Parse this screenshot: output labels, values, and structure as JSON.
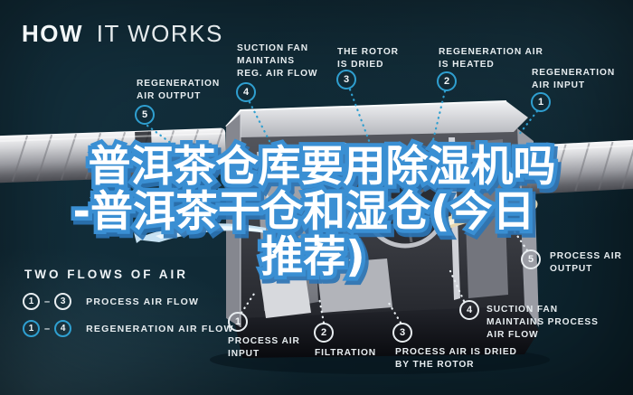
{
  "colors": {
    "background": "#112b37",
    "accent_blue": "#2f9fd0",
    "label_text": "#e7edf0",
    "watermark_fill": "#ffffff",
    "watermark_stroke": "#3a8fd3"
  },
  "title": {
    "bold": "HOW",
    "rest": "IT WORKS"
  },
  "watermark": {
    "line1": "普洱茶仓库要用除湿机吗",
    "line2": "-普洱茶干仓和湿仓(今日",
    "line3": "推荐)"
  },
  "callouts": [
    {
      "number": "5",
      "flow": "regeneration",
      "lines": [
        "REGENERATION",
        "AIR OUTPUT"
      ]
    },
    {
      "number": "4",
      "flow": "regeneration",
      "lines": [
        "SUCTION FAN",
        "MAINTAINS",
        "REG. AIR FLOW"
      ]
    },
    {
      "number": "3",
      "flow": "regeneration",
      "lines": [
        "THE ROTOR",
        "IS DRIED"
      ]
    },
    {
      "number": "2",
      "flow": "regeneration",
      "lines": [
        "REGENERATION AIR",
        "IS HEATED"
      ]
    },
    {
      "number": "1",
      "flow": "regeneration",
      "lines": [
        "REGENERATION",
        "AIR INPUT"
      ]
    },
    {
      "number": "5",
      "flow": "process",
      "lines": [
        "PROCESS AIR",
        "OUTPUT"
      ]
    },
    {
      "number": "4",
      "flow": "process",
      "lines": [
        "SUCTION FAN",
        "MAINTAINS PROCESS",
        "AIR FLOW"
      ]
    },
    {
      "number": "1",
      "flow": "process",
      "lines": [
        "PROCESS AIR",
        "INPUT"
      ]
    },
    {
      "number": "2",
      "flow": "process",
      "lines": [
        "FILTRATION"
      ]
    },
    {
      "number": "3",
      "flow": "process",
      "lines": [
        "PROCESS AIR IS DRIED",
        "BY THE ROTOR"
      ]
    }
  ],
  "legend": {
    "title": "TWO FLOWS OF AIR",
    "rows": [
      {
        "start": "1",
        "dash": "–",
        "end": "3",
        "label": "PROCESS AIR FLOW",
        "flow": "process"
      },
      {
        "start": "1",
        "dash": "–",
        "end": "4",
        "label": "REGENERATION AIR FLOW",
        "flow": "regeneration"
      }
    ]
  }
}
